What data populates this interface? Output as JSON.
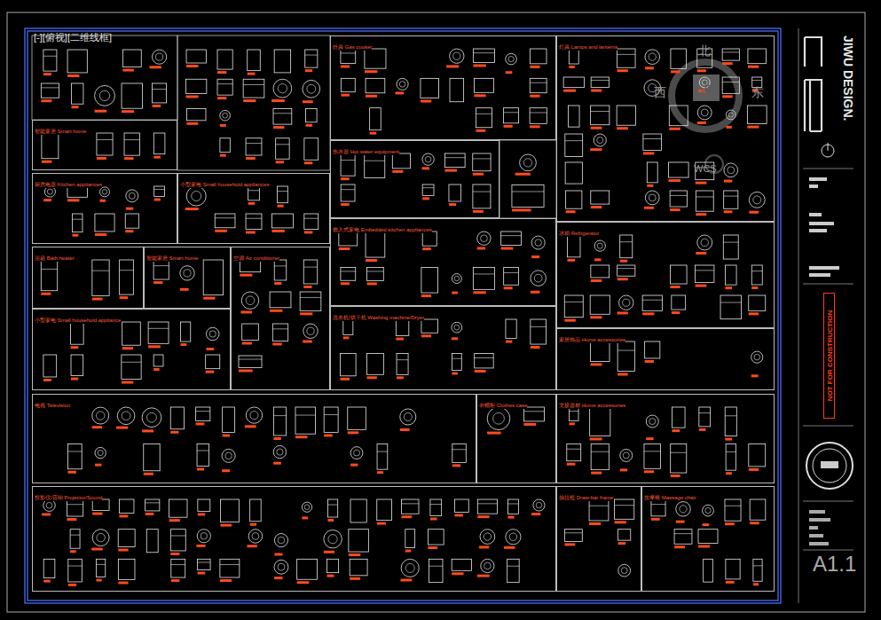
{
  "diagram": {
    "nodes": [
      {
        "text": [
          "智能家居 Smart home"
        ]
      },
      {
        "text": [
          "灶具 Gas cooker"
        ]
      },
      {
        "text": [
          "灯具 Lamps and lanterns"
        ]
      },
      {
        "text": [
          "厨房电器 Kitchen appliances"
        ]
      },
      {
        "text": [
          "小型家电 Small household appliances"
        ]
      },
      {
        "text": [
          "热水器 Hot water equipment"
        ]
      },
      {
        "text": [
          "嵌入式家电 Embedded kitchen appliances"
        ]
      },
      {
        "text": [
          "冰箱 Refrigerator"
        ]
      },
      {
        "text": [
          "浴霸 Bath heater"
        ]
      },
      {
        "text": [
          "智能家居 Smart home"
        ]
      },
      {
        "text": [
          "空调 Air conditioner"
        ]
      },
      {
        "text": [
          "小型家电 Small household appliance"
        ]
      },
      {
        "text": [
          "洗衣机/烘干机 Washing machine/Dryer"
        ]
      },
      {
        "text": [
          "家居饰品 Home accessories"
        ]
      },
      {
        "text": [
          "电视 Television"
        ]
      },
      {
        "text": [
          "衣帽柜 Clothes case"
        ]
      },
      {
        "text": [
          "文娱器材 Home accessories"
        ]
      },
      {
        "text": [
          "投影仪/音响 Projector/Sound"
        ]
      },
      {
        "text": [
          "抽拉框 Draw-bar frame"
        ]
      },
      {
        "text": [
          "按摩椅 Massage chair"
        ]
      },
      {
        "text": [
          "NOT FOR CONSTRUCTION"
        ]
      }
    ],
    "labels": [
      "[-][俯视][二维线框]",
      "北",
      "西",
      "上",
      "东",
      "WCS",
      "JIWU DESIGN.",
      "A1.1"
    ]
  }
}
